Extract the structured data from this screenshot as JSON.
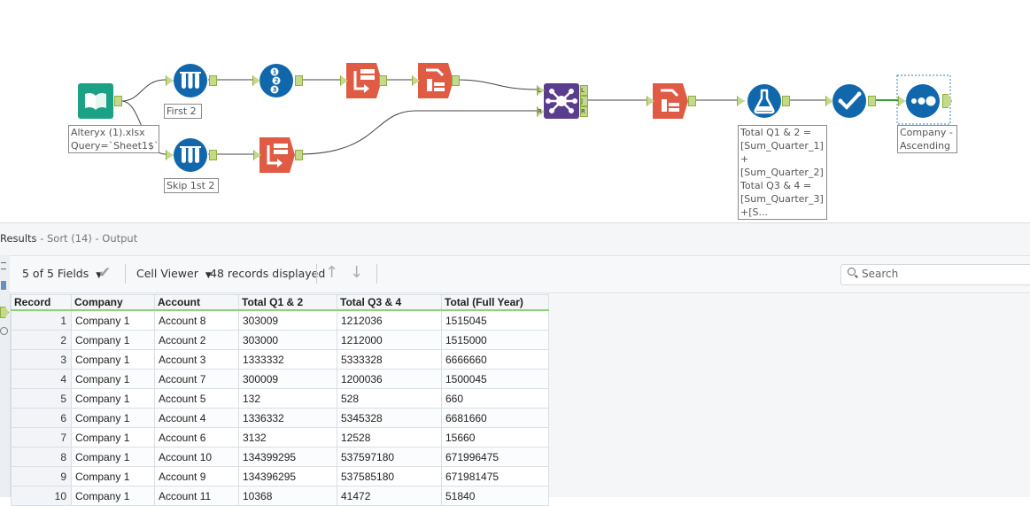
{
  "canvas": {
    "annotations": {
      "input": "Alteryx (1).xlsx\nQuery=`Sheet1$`",
      "first2": "First 2",
      "skip2": "Skip 1st 2",
      "formula": "Total Q1 & 2 =\n[Sum_Quarter_1]\n+\n[Sum_Quarter_2]\nTotal Q3 & 4 =\n[Sum_Quarter_3]\n+[S...",
      "sort": "Company -\nAscending"
    },
    "join_anchors": {
      "left": "L",
      "right": "R",
      "out_left": "L",
      "out_join": "J",
      "out_right": "R"
    },
    "colors": {
      "input": "#1aa186",
      "blue_tool": "#1167ac",
      "orange_tool": "#e05b44",
      "join": "#5b3d8f"
    }
  },
  "results": {
    "title": "Results",
    "subtitle": "- Sort (14) - Output",
    "fields_selector": "5 of 5 Fields",
    "cell_viewer": "Cell Viewer",
    "records_displayed": "48 records displayed",
    "search_placeholder": "Search",
    "columns": [
      "Record",
      "Company",
      "Account",
      "Total Q1 & 2",
      "Total Q3 & 4",
      "Total (Full Year)"
    ],
    "rows": [
      [
        "1",
        "Company 1",
        "Account 8",
        "303009",
        "1212036",
        "1515045"
      ],
      [
        "2",
        "Company 1",
        "Account 2",
        "303000",
        "1212000",
        "1515000"
      ],
      [
        "3",
        "Company 1",
        "Account 3",
        "1333332",
        "5333328",
        "6666660"
      ],
      [
        "4",
        "Company 1",
        "Account 7",
        "300009",
        "1200036",
        "1500045"
      ],
      [
        "5",
        "Company 1",
        "Account 5",
        "132",
        "528",
        "660"
      ],
      [
        "6",
        "Company 1",
        "Account 4",
        "1336332",
        "5345328",
        "6681660"
      ],
      [
        "7",
        "Company 1",
        "Account 6",
        "3132",
        "12528",
        "15660"
      ],
      [
        "8",
        "Company 1",
        "Account 10",
        "134399295",
        "537597180",
        "671996475"
      ],
      [
        "9",
        "Company 1",
        "Account 9",
        "134396295",
        "537585180",
        "671981475"
      ],
      [
        "10",
        "Company 1",
        "Account 11",
        "10368",
        "41472",
        "51840"
      ]
    ]
  }
}
